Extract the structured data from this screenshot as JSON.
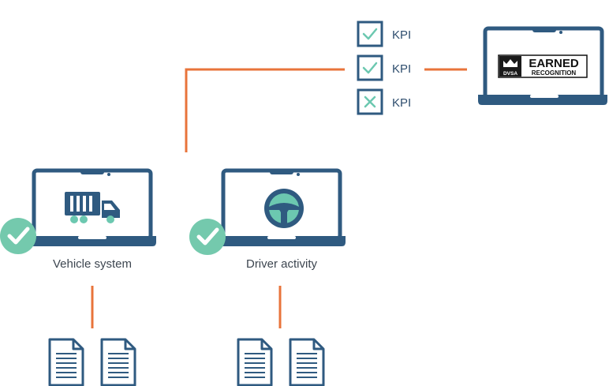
{
  "colors": {
    "navy": "#2f5a80",
    "orange": "#e8743b",
    "teal": "#6cc8b0",
    "badge_green": "#74c9ad",
    "text": "#3d4650"
  },
  "kpis": [
    {
      "label": "KPI",
      "status": "check",
      "icon": "check-icon"
    },
    {
      "label": "KPI",
      "status": "check",
      "icon": "check-icon"
    },
    {
      "label": "KPI",
      "status": "cross",
      "icon": "cross-icon"
    }
  ],
  "earned_recognition": {
    "line1": "EARNED",
    "line2": "RECOGNITION",
    "badge": "DVSA",
    "icon": "crown-icon"
  },
  "systems": {
    "vehicle": {
      "label": "Vehicle system",
      "icon": "truck-icon",
      "status_icon": "verified-check-icon"
    },
    "driver": {
      "label": "Driver activity",
      "icon": "steering-wheel-icon",
      "status_icon": "verified-check-icon"
    }
  },
  "documents": {
    "icon": "document-icon"
  }
}
